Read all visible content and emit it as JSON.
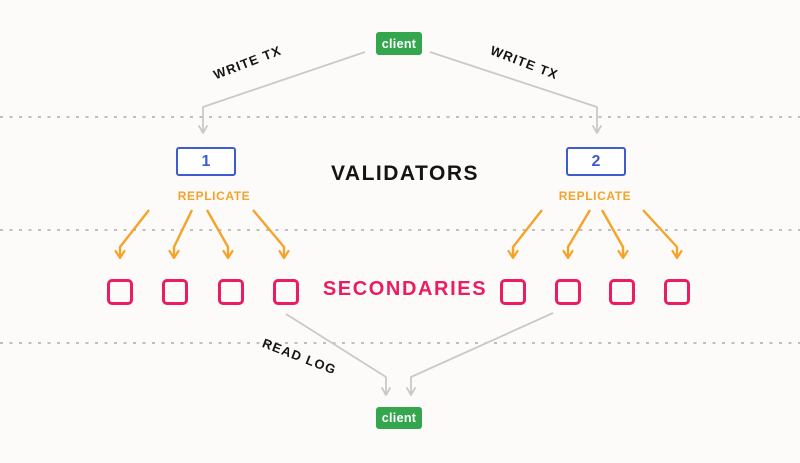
{
  "title": "replication-architecture-diagram",
  "colors": {
    "background": "#fcfbf9",
    "green": "#34a74e",
    "blue": "#3c5ccf",
    "orange": "#f5a32a",
    "pink": "#ec1d5f",
    "gray_arrow": "#c9c9c9",
    "dashed_line": "#ababab",
    "text_dark": "#141414"
  },
  "nodes": {
    "client_top": {
      "label": "client"
    },
    "client_bottom": {
      "label": "client"
    },
    "validator_left": {
      "label": "1"
    },
    "validator_right": {
      "label": "2"
    }
  },
  "labels": {
    "write_tx_left": "WRITE TX",
    "write_tx_right": "WRITE TX",
    "validators": "VALIDATORS",
    "replicate_left": "REPLICATE",
    "replicate_right": "REPLICATE",
    "secondaries": "SECONDARIES",
    "read_log": "READ LOG"
  },
  "secondaries": {
    "left": {
      "count": 4
    },
    "right": {
      "count": 4
    }
  }
}
